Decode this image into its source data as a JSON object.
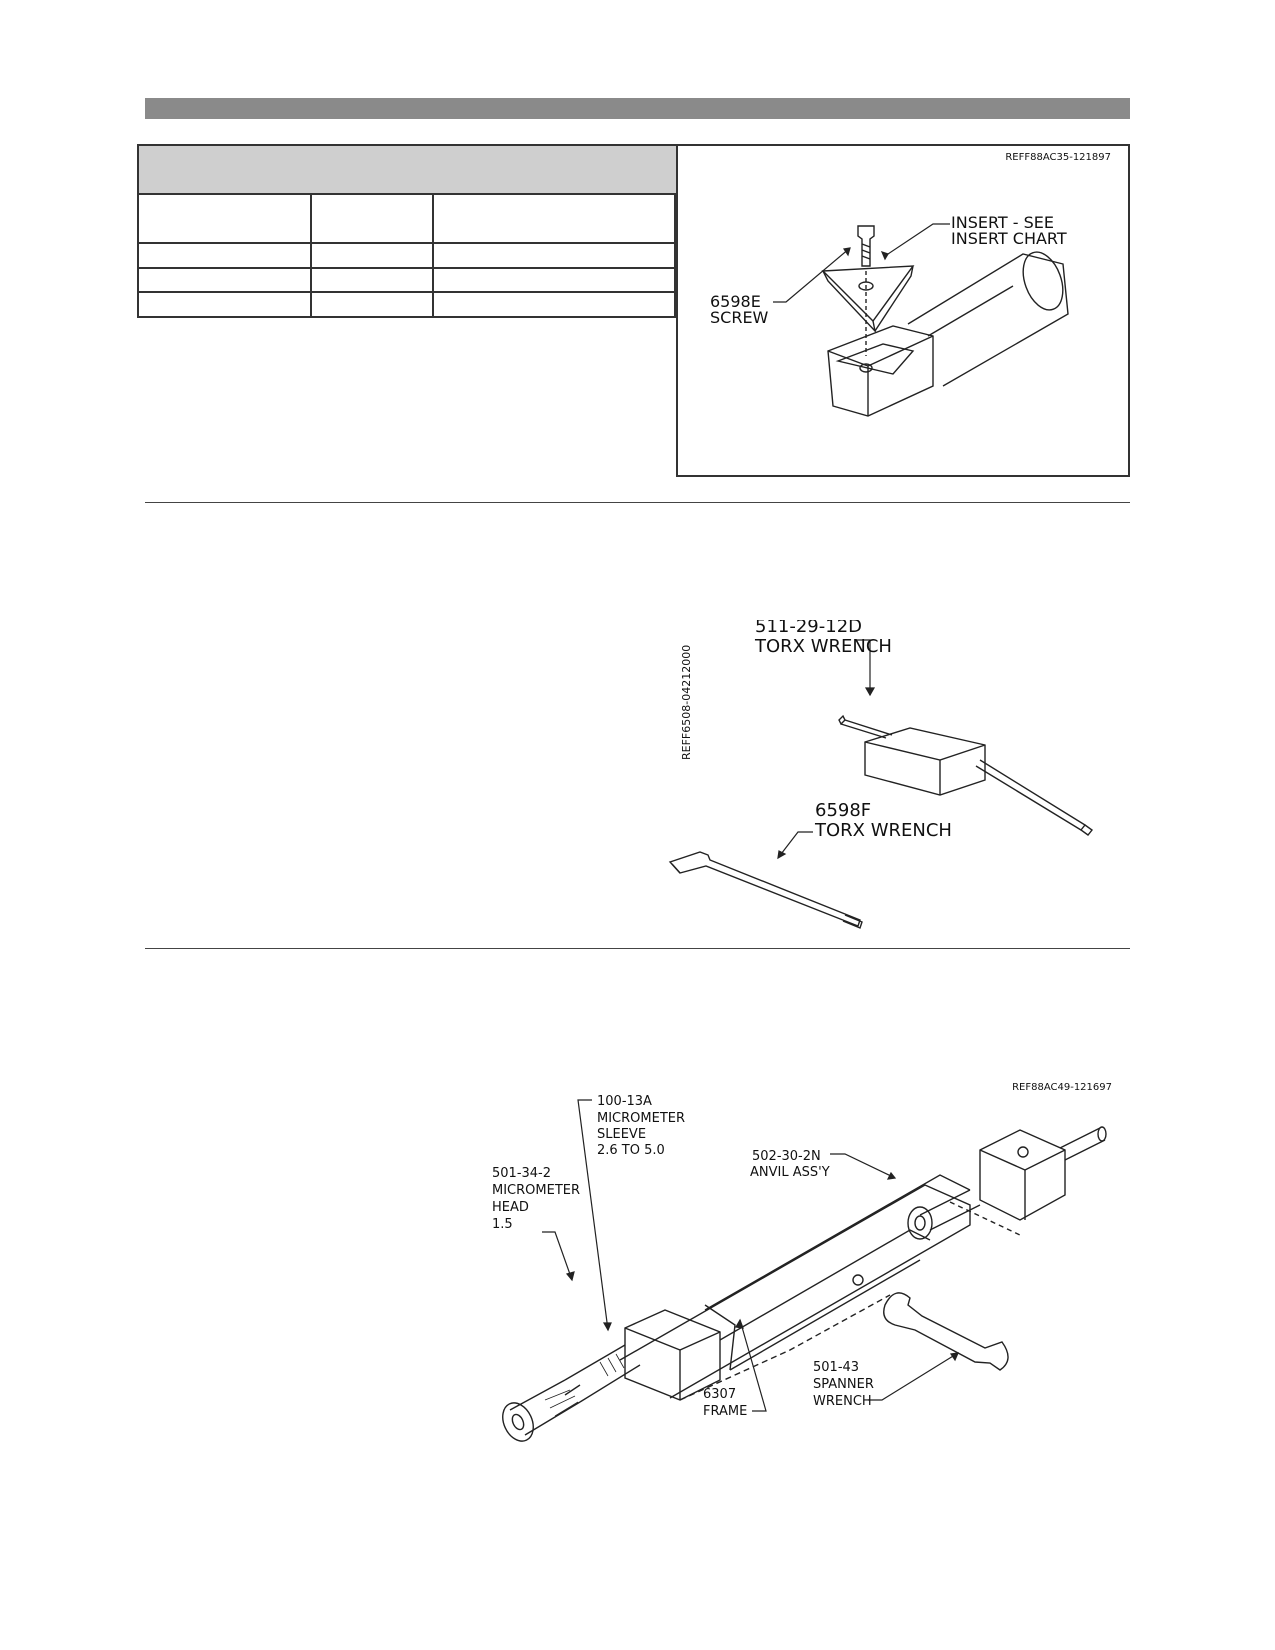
{
  "figure1": {
    "ref": "REFF88AC35-121897",
    "insert_label_1": "INSERT - SEE",
    "insert_label_2": "INSERT CHART",
    "screw_part": "6598E",
    "screw_label": "SCREW"
  },
  "figure2": {
    "ref": "REFF6508-04212000",
    "wrench1_part": "511-29-12D",
    "wrench1_label": "TORX WRENCH",
    "wrench2_part": "6598F",
    "wrench2_label": "TORX WRENCH"
  },
  "figure3": {
    "ref": "REF88AC49-121697",
    "anvil_part": "502-30-2N",
    "anvil_label": "ANVIL ASS'Y",
    "sleeve_part": "100-13A",
    "sleeve_label_1": "MICROMETER",
    "sleeve_label_2": "SLEEVE",
    "sleeve_range": "2.6 TO 5.0",
    "head_part": "501-34-2",
    "head_label_1": "MICROMETER",
    "head_label_2": "HEAD",
    "head_size": "1.5",
    "spanner_part": "501-43",
    "spanner_label_1": "SPANNER",
    "spanner_label_2": "WRENCH",
    "frame_part": "6307",
    "frame_label": "FRAME"
  }
}
